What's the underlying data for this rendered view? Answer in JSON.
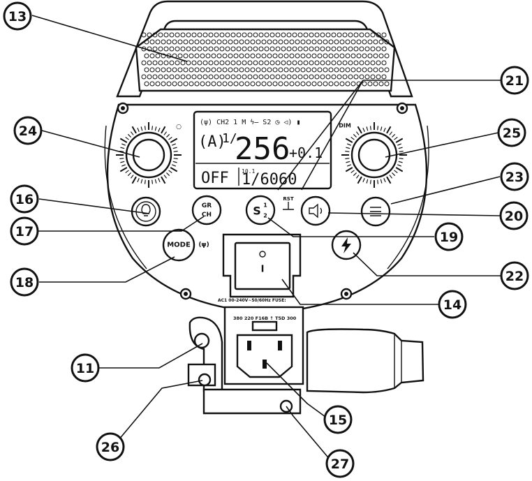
{
  "callouts": [
    {
      "id": "13",
      "label": "13"
    },
    {
      "id": "21",
      "label": "21"
    },
    {
      "id": "24",
      "label": "24"
    },
    {
      "id": "25",
      "label": "25"
    },
    {
      "id": "23",
      "label": "23"
    },
    {
      "id": "16",
      "label": "16"
    },
    {
      "id": "20",
      "label": "20"
    },
    {
      "id": "17",
      "label": "17"
    },
    {
      "id": "19",
      "label": "19"
    },
    {
      "id": "18",
      "label": "18"
    },
    {
      "id": "22",
      "label": "22"
    },
    {
      "id": "14",
      "label": "14"
    },
    {
      "id": "11",
      "label": "11"
    },
    {
      "id": "15",
      "label": "15"
    },
    {
      "id": "26",
      "label": "26"
    },
    {
      "id": "27",
      "label": "27"
    }
  ],
  "lcd": {
    "status_row": "(ψ)  CH2 1   M   ϟ̶   S2  ◷  ◁)  ▮",
    "mode": "(A)",
    "power_prefix": "1/",
    "power_value": "256",
    "power_adjust": "+0.1",
    "status_off": "OFF",
    "speed_prefix": "10.1",
    "speed_value": "1/6060"
  },
  "buttons": {
    "gr_ch_top": "GR",
    "gr_ch_bottom": "CH",
    "s1s2": "S",
    "rst": "RST",
    "mode": "MODE"
  },
  "knob_labels": {
    "right_dial": "DIM",
    "left_dial": "○"
  },
  "labels": {
    "switch_mark": "I",
    "ac_caption": "AC1 00-240V~50/60Hz  FUSE: ",
    "fuse_caption": "380  220  F16B  ↑  T5D  300"
  }
}
